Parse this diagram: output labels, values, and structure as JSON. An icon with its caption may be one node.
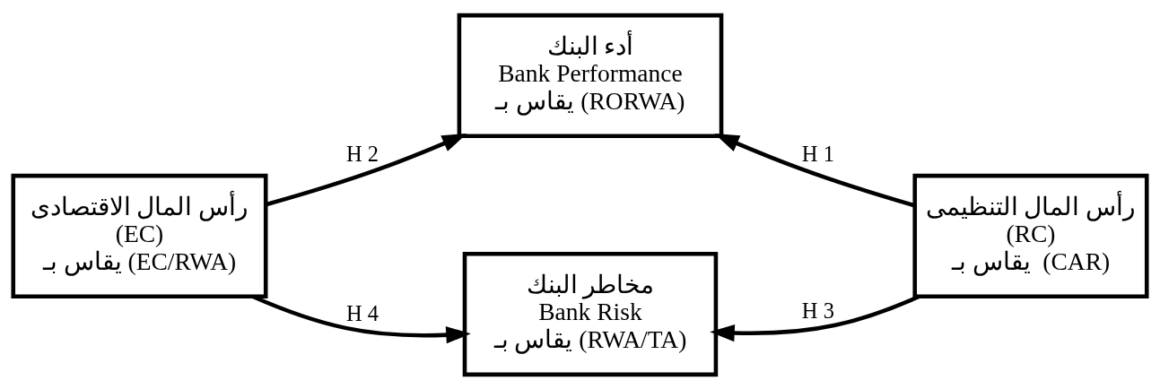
{
  "diagram": {
    "nodes": [
      {
        "text": [
          "أدء البنك",
          "Bank Performance",
          "يقاس بـ (RORWA)"
        ]
      },
      {
        "text": [
          "رأس المال الاقتصادى",
          "(EC)",
          "يقاس بـ (EC/RWA)"
        ]
      },
      {
        "text": [
          "رأس المال التنظيمى",
          "(RC)",
          "يقاس بـ  (CAR)"
        ]
      },
      {
        "text": [
          "مخاطر البنك",
          "Bank Risk",
          "يقاس بـ (RWA/TA)"
        ]
      }
    ],
    "edges": [
      {
        "from": 2,
        "to": 0,
        "arrow": "to",
        "label": "H 1"
      },
      {
        "from": 1,
        "to": 0,
        "arrow": "to",
        "label": "H 2"
      },
      {
        "from": 2,
        "to": 3,
        "arrow": "to",
        "label": "H 3"
      },
      {
        "from": 1,
        "to": 3,
        "arrow": "to",
        "label": "H 4"
      }
    ]
  }
}
